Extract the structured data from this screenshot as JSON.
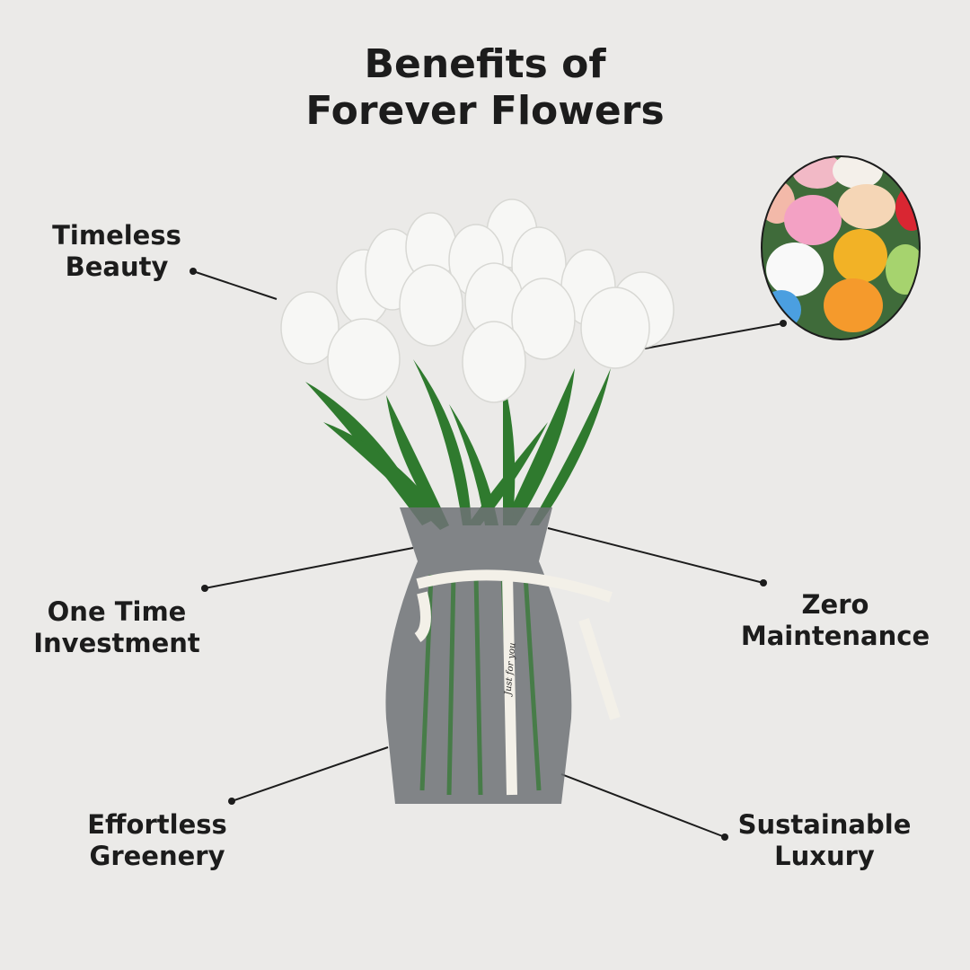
{
  "title": {
    "line1": "Benefits of",
    "line2": "Forever Flowers"
  },
  "benefits": [
    {
      "line1": "Timeless",
      "line2": "Beauty"
    },
    {
      "line1": "One Time",
      "line2": "Investment"
    },
    {
      "line1": "Effortless",
      "line2": "Greenery"
    },
    {
      "line1": "Zero",
      "line2": "Maintenance"
    },
    {
      "line1": "Sustainable",
      "line2": "Luxury"
    }
  ],
  "ribbon_text": "Just for you",
  "colors": {
    "background": "#ebeae8",
    "text": "#1c1c1c",
    "leaf": "#2f7a2e",
    "vase": "#6f7276"
  }
}
